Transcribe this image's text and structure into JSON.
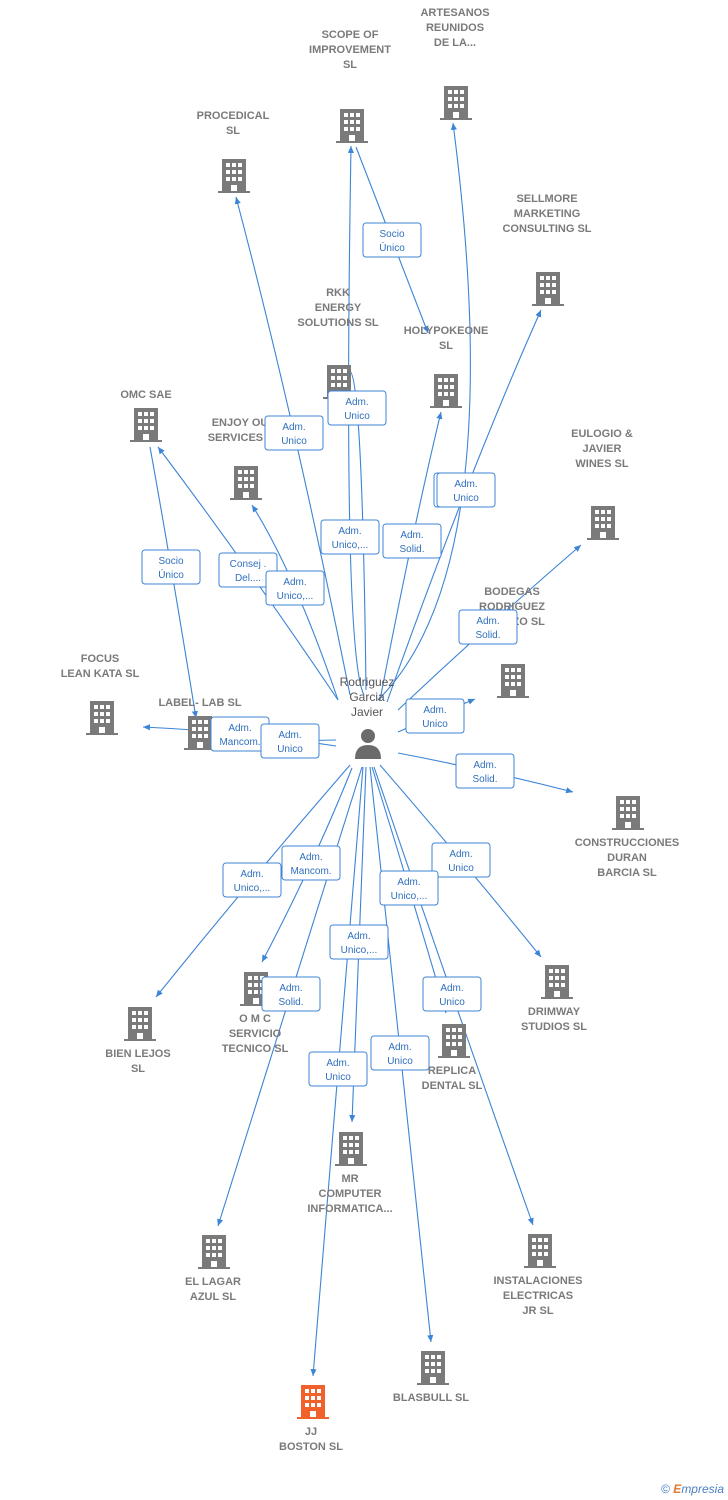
{
  "center": {
    "name": [
      "Rodriguez",
      "Garcia",
      "Javier"
    ],
    "icon": "person-icon"
  },
  "colors": {
    "edge": "#3c84d6",
    "building": "#7a7a7a",
    "highlight": "#f0612b"
  },
  "companies": [
    {
      "id": "artesanos",
      "label": [
        "ARTESANOS",
        "REUNIDOS",
        "DE LA..."
      ]
    },
    {
      "id": "scope",
      "label": [
        "SCOPE OF",
        "IMPROVEMENT",
        "SL"
      ]
    },
    {
      "id": "procedical",
      "label": [
        "PROCEDICAL",
        "SL"
      ]
    },
    {
      "id": "sellmore",
      "label": [
        "SELLMORE",
        "MARKETING",
        "CONSULTING SL"
      ]
    },
    {
      "id": "rkk",
      "label": [
        "RKK",
        "ENERGY",
        "SOLUTIONS SL"
      ]
    },
    {
      "id": "holypokeone",
      "label": [
        "HOLYPOKEONE",
        "SL"
      ]
    },
    {
      "id": "omc_sae",
      "label": [
        "OMC SAE"
      ]
    },
    {
      "id": "enjoy",
      "label": [
        "ENJOY OUR",
        "SERVICES  SL"
      ]
    },
    {
      "id": "eulogio",
      "label": [
        "EULOGIO &",
        "JAVIER",
        "WINES  SL"
      ]
    },
    {
      "id": "bodegas",
      "label": [
        "BODEGAS",
        "RODRIGUEZ",
        "Y SANZO  SL"
      ]
    },
    {
      "id": "focus",
      "label": [
        "FOCUS",
        "LEAN KATA  SL"
      ]
    },
    {
      "id": "labellab",
      "label": [
        "LABEL- LAB  SL"
      ]
    },
    {
      "id": "construcciones",
      "label": [
        "CONSTRUCCIONES",
        "DURAN",
        "BARCIA SL"
      ]
    },
    {
      "id": "bienlejos",
      "label": [
        "BIEN LEJOS",
        "SL"
      ]
    },
    {
      "id": "omcservicio",
      "label": [
        "O M C",
        "SERVICIO",
        "TECNICO SL"
      ]
    },
    {
      "id": "drimway",
      "label": [
        "DRIMWAY",
        "STUDIOS SL"
      ]
    },
    {
      "id": "replica",
      "label": [
        "REPLICA",
        "DENTAL  SL"
      ]
    },
    {
      "id": "mrcomputer",
      "label": [
        "MR",
        "COMPUTER",
        "INFORMATICA..."
      ]
    },
    {
      "id": "ellagar",
      "label": [
        "EL LAGAR",
        "AZUL  SL"
      ]
    },
    {
      "id": "instalaciones",
      "label": [
        "INSTALACIONES",
        "ELECTRICAS",
        "JR  SL"
      ]
    },
    {
      "id": "blasbull",
      "label": [
        "BLASBULL SL"
      ]
    },
    {
      "id": "jjboston",
      "label": [
        "JJ",
        "BOSTON  SL"
      ],
      "highlight": true
    }
  ],
  "roles": [
    {
      "id": "r_scope_holy",
      "label": [
        "Socio",
        "Único"
      ]
    },
    {
      "id": "r_procedical",
      "label": [
        "Adm.",
        "Unico"
      ]
    },
    {
      "id": "r_rkk",
      "label": [
        "Adm.",
        "Unico"
      ]
    },
    {
      "id": "r_holy",
      "label": [
        "Adm.",
        "Solid."
      ]
    },
    {
      "id": "r_sellmore",
      "label": [
        "Adm.",
        "Unico"
      ]
    },
    {
      "id": "r_scope",
      "label": [
        "Adm.",
        "Unico,..."
      ]
    },
    {
      "id": "r_artesanos",
      "label": [
        "Adm.",
        "Unico"
      ]
    },
    {
      "id": "r_omc_label",
      "label": [
        "Socio",
        "Único"
      ]
    },
    {
      "id": "r_omc",
      "label": [
        "Consej .",
        "Del...."
      ]
    },
    {
      "id": "r_enjoy",
      "label": [
        "Adm.",
        "Unico,..."
      ]
    },
    {
      "id": "r_eulogio",
      "label": [
        "Adm.",
        "Solid."
      ]
    },
    {
      "id": "r_bodegas",
      "label": [
        "Adm.",
        "Unico"
      ]
    },
    {
      "id": "r_focus",
      "label": [
        "Adm.",
        "Mancom."
      ]
    },
    {
      "id": "r_label",
      "label": [
        "Adm.",
        "Unico"
      ]
    },
    {
      "id": "r_construcciones",
      "label": [
        "Adm.",
        "Solid."
      ]
    },
    {
      "id": "r_bienlejos",
      "label": [
        "Adm.",
        "Unico,..."
      ]
    },
    {
      "id": "r_omcservicio",
      "label": [
        "Adm.",
        "Mancom."
      ]
    },
    {
      "id": "r_drimway",
      "label": [
        "Adm.",
        "Unico"
      ]
    },
    {
      "id": "r_replica",
      "label": [
        "Adm.",
        "Unico,..."
      ]
    },
    {
      "id": "r_mr",
      "label": [
        "Adm.",
        "Unico,..."
      ]
    },
    {
      "id": "r_ellagar",
      "label": [
        "Adm.",
        "Solid."
      ]
    },
    {
      "id": "r_instal",
      "label": [
        "Adm.",
        "Unico"
      ]
    },
    {
      "id": "r_jj",
      "label": [
        "Adm.",
        "Unico"
      ]
    },
    {
      "id": "r_blasbull",
      "label": [
        "Adm.",
        "Unico"
      ]
    }
  ],
  "edges": [
    {
      "from": "center",
      "to": "artesanos",
      "role": "r_artesanos"
    },
    {
      "from": "center",
      "to": "scope",
      "role": "r_scope"
    },
    {
      "from": "center",
      "to": "procedical",
      "role": "r_procedical"
    },
    {
      "from": "center",
      "to": "sellmore",
      "role": "r_sellmore"
    },
    {
      "from": "center",
      "to": "rkk",
      "role": "r_rkk"
    },
    {
      "from": "center",
      "to": "holypokeone",
      "role": "r_holy"
    },
    {
      "from": "scope",
      "to": "holypokeone",
      "role": "r_scope_holy"
    },
    {
      "from": "center",
      "to": "omc_sae",
      "role": "r_omc"
    },
    {
      "from": "omc_sae",
      "to": "labellab",
      "role": "r_omc_label"
    },
    {
      "from": "center",
      "to": "enjoy",
      "role": "r_enjoy"
    },
    {
      "from": "center",
      "to": "eulogio",
      "role": "r_eulogio"
    },
    {
      "from": "center",
      "to": "bodegas",
      "role": "r_bodegas"
    },
    {
      "from": "center",
      "to": "focus",
      "role": "r_focus"
    },
    {
      "from": "center",
      "to": "labellab",
      "role": "r_label"
    },
    {
      "from": "center",
      "to": "construcciones",
      "role": "r_construcciones"
    },
    {
      "from": "center",
      "to": "bienlejos",
      "role": "r_bienlejos"
    },
    {
      "from": "center",
      "to": "omcservicio",
      "role": "r_omcservicio"
    },
    {
      "from": "center",
      "to": "drimway",
      "role": "r_drimway"
    },
    {
      "from": "center",
      "to": "replica",
      "role": "r_replica"
    },
    {
      "from": "center",
      "to": "mrcomputer",
      "role": "r_mr"
    },
    {
      "from": "center",
      "to": "ellagar",
      "role": "r_ellagar"
    },
    {
      "from": "center",
      "to": "instalaciones",
      "role": "r_instal"
    },
    {
      "from": "center",
      "to": "jjboston",
      "role": "r_jj"
    },
    {
      "from": "center",
      "to": "blasbull",
      "role": "r_blasbull"
    }
  ],
  "footer": {
    "copyright": "©",
    "brand_initial": "E",
    "brand_rest": "mpresia"
  }
}
